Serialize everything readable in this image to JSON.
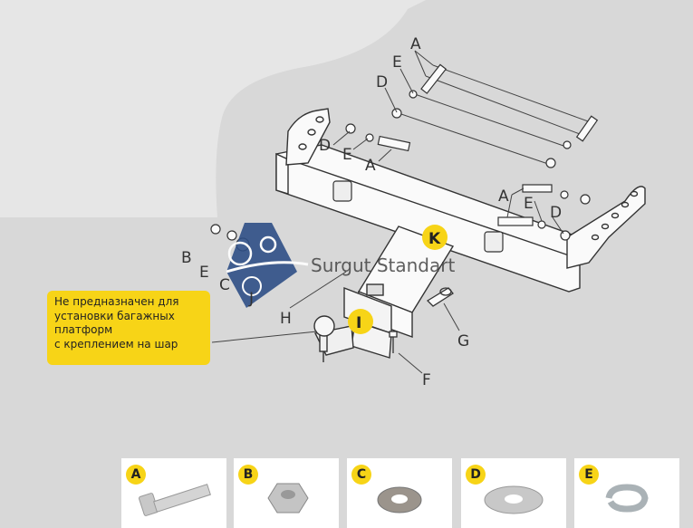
{
  "callouts": {
    "A_top": "A",
    "E_top": "E",
    "D_top": "D",
    "D_left": "D",
    "E_left": "E",
    "A_left": "A",
    "A_right": "A",
    "E_right": "E",
    "D_right": "D",
    "B": "B",
    "E_small": "E",
    "C": "C",
    "J": "J",
    "K": "K",
    "H": "H",
    "I": "I",
    "G": "G",
    "F": "F"
  },
  "note": {
    "lines": [
      "Не предназначен для",
      "установки багажных",
      "платформ",
      "с креплением на шар"
    ]
  },
  "watermark": {
    "text": "Surgut Standart"
  },
  "parts": [
    {
      "letter": "A",
      "icon": "bolt-icon"
    },
    {
      "letter": "B",
      "icon": "nut-icon"
    },
    {
      "letter": "C",
      "icon": "flat-washer-icon"
    },
    {
      "letter": "D",
      "icon": "large-washer-icon"
    },
    {
      "letter": "E",
      "icon": "spring-washer-icon"
    }
  ],
  "colors": {
    "accent": "#f7d417",
    "background": "#d8d8d8",
    "line": "#444444"
  }
}
